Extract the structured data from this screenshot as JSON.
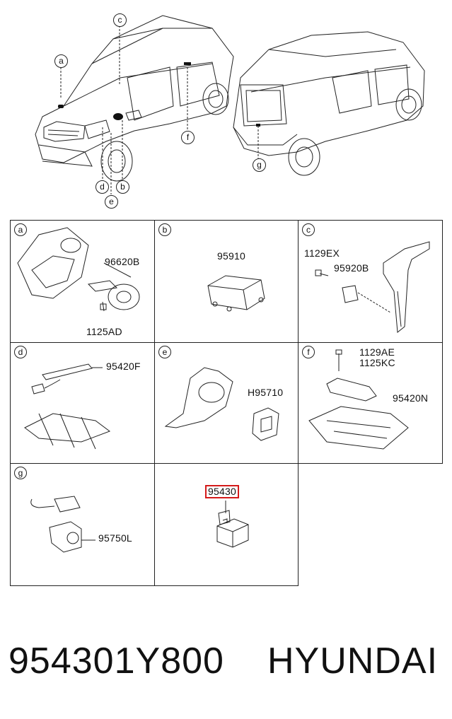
{
  "overview": {
    "callouts": [
      {
        "letter": "a"
      },
      {
        "letter": "c"
      },
      {
        "letter": "d"
      },
      {
        "letter": "b"
      },
      {
        "letter": "e"
      },
      {
        "letter": "f"
      },
      {
        "letter": "g"
      }
    ]
  },
  "cells": [
    {
      "letter": "a",
      "parts": [
        "96620B",
        "1125AD"
      ]
    },
    {
      "letter": "b",
      "parts": [
        "95910"
      ]
    },
    {
      "letter": "c",
      "parts": [
        "1129EX",
        "95920B"
      ]
    },
    {
      "letter": "d",
      "parts": [
        "95420F"
      ]
    },
    {
      "letter": "e",
      "parts": [
        "H95710"
      ]
    },
    {
      "letter": "f",
      "parts": [
        "1129AE",
        "1125KC",
        "95420N"
      ]
    },
    {
      "letter": "g",
      "parts": [
        "95750L"
      ]
    },
    {
      "letter": "",
      "parts": [
        "95430"
      ],
      "highlighted_part": "95430",
      "highlight_color": "#d41a1a"
    }
  ],
  "footer": {
    "part_number": "954301Y800",
    "brand": "HYUNDAI"
  }
}
